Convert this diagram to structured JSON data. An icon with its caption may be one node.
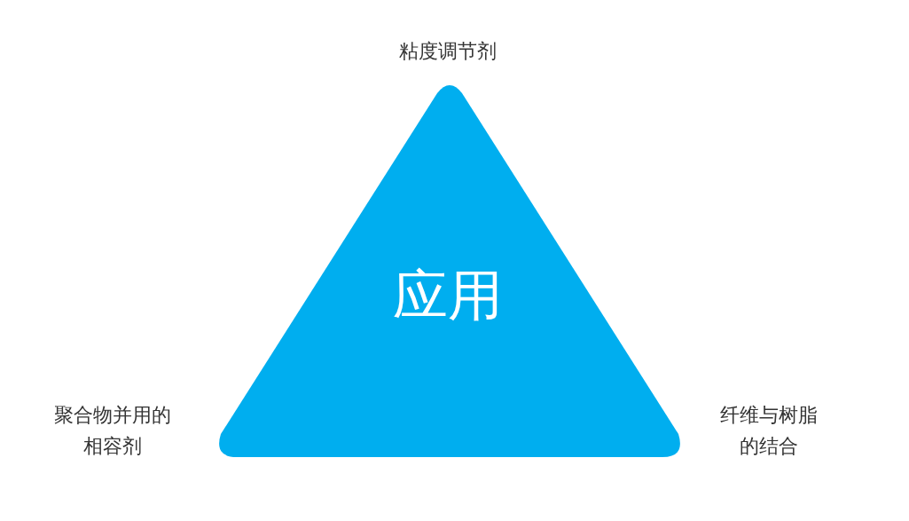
{
  "diagram": {
    "nodes": [
      {
        "text": [
          "应用"
        ]
      }
    ],
    "labels": [
      "粘度调节剂",
      "聚合物并用的相容剂",
      "纤维与树脂的结合"
    ]
  }
}
